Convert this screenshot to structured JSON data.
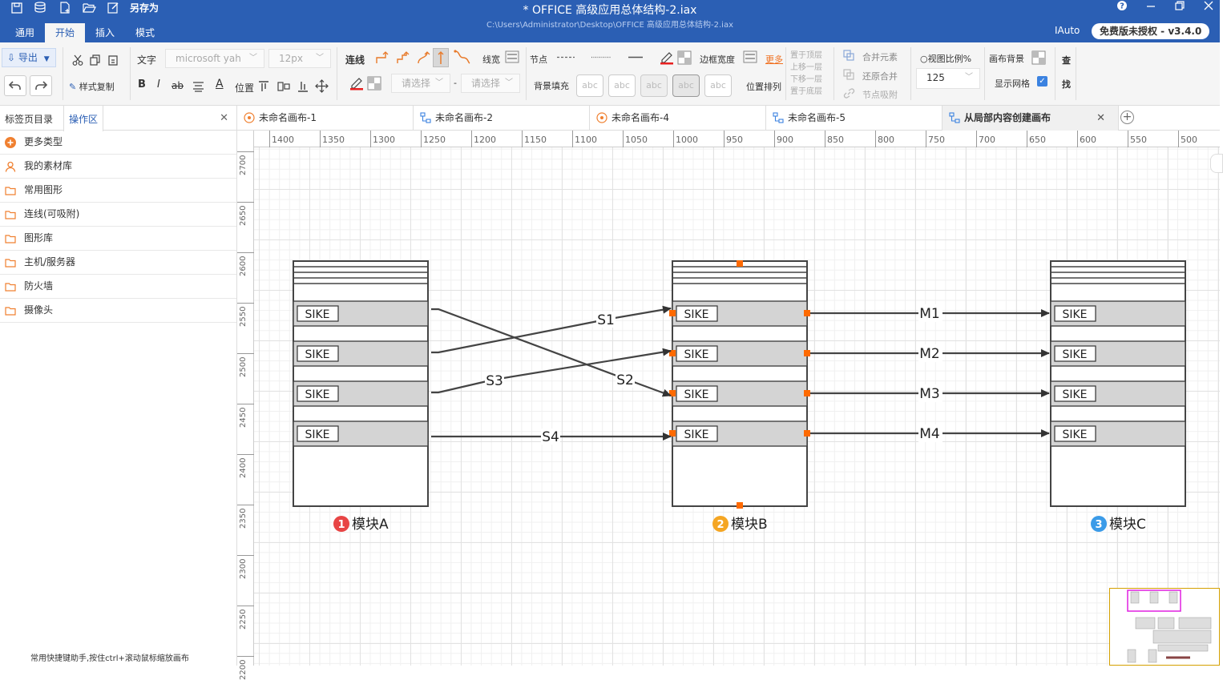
{
  "titlebar": {
    "save_as": "另存为",
    "title": "* OFFICE 高级应用总体结构-2.iax",
    "path": "C:\\Users\\Administrator\\Desktop\\OFFICE 高级应用总体结构-2.iax",
    "user": "IAuto",
    "license": "免费版未授权 - v3.4.0",
    "menu_tabs": [
      "通用",
      "开始",
      "插入",
      "模式"
    ]
  },
  "toolbar": {
    "export": "导出",
    "format_copy": "样式复制",
    "text_label": "文字",
    "font_family": "microsoft yah",
    "font_size": "12px",
    "position": "位置",
    "connector": "连线",
    "line_width": "线宽",
    "select1": "请选择",
    "select2": "请选择",
    "node": "节点",
    "border_width": "边框宽度",
    "more": "更多",
    "fill": "背景填充",
    "abc": [
      "abc",
      "abc",
      "abc",
      "abc",
      "abc"
    ],
    "position_arrange": "位置排列",
    "layer_ops": [
      "置于顶层",
      "上移一层",
      "下移一层",
      "置于底层"
    ],
    "merge": "合并元素",
    "unmerge": "还原合并",
    "snap": "节点吸附",
    "view_ratio": "视图比例%",
    "ratio_value": "125",
    "canvas_bg": "画布背景",
    "show_grid": "显示网格",
    "find": [
      "查",
      "找"
    ]
  },
  "left_panel": {
    "tabs": [
      "标签页目录",
      "操作区"
    ],
    "items": [
      "更多类型",
      "我的素材库",
      "常用图形",
      "连线(可吸附)",
      "图形库",
      "主机/服务器",
      "防火墙",
      "摄像头"
    ],
    "footer": "常用快捷键助手,按住ctrl+滚动鼠标缩放画布"
  },
  "doc_tabs": [
    "未命名画布-1",
    "未命名画布-2",
    "未命名画布-4",
    "未命名画布-5",
    "从局部内容创建画布"
  ],
  "ruler": {
    "top": [
      "1400",
      "1350",
      "1300",
      "1250",
      "1200",
      "1150",
      "1100",
      "1050",
      "1000",
      "950",
      "900",
      "850",
      "800",
      "750",
      "700",
      "650",
      "600",
      "550",
      "500"
    ],
    "left": [
      "2700",
      "2650",
      "2600",
      "2550",
      "2500",
      "2450",
      "2400",
      "2350",
      "2300",
      "2250",
      "2200"
    ]
  },
  "diagram": {
    "modules": [
      {
        "num": "1",
        "name": "模块A",
        "color": "#e84545"
      },
      {
        "num": "2",
        "name": "模块B",
        "color": "#f5a623"
      },
      {
        "num": "3",
        "name": "模块C",
        "color": "#3b9be8"
      }
    ],
    "port_label": "SIKE",
    "s_links": [
      "S1",
      "S2",
      "S3",
      "S4"
    ],
    "m_links": [
      "M1",
      "M2",
      "M3",
      "M4"
    ],
    "handle_color": "#ff6a00"
  }
}
